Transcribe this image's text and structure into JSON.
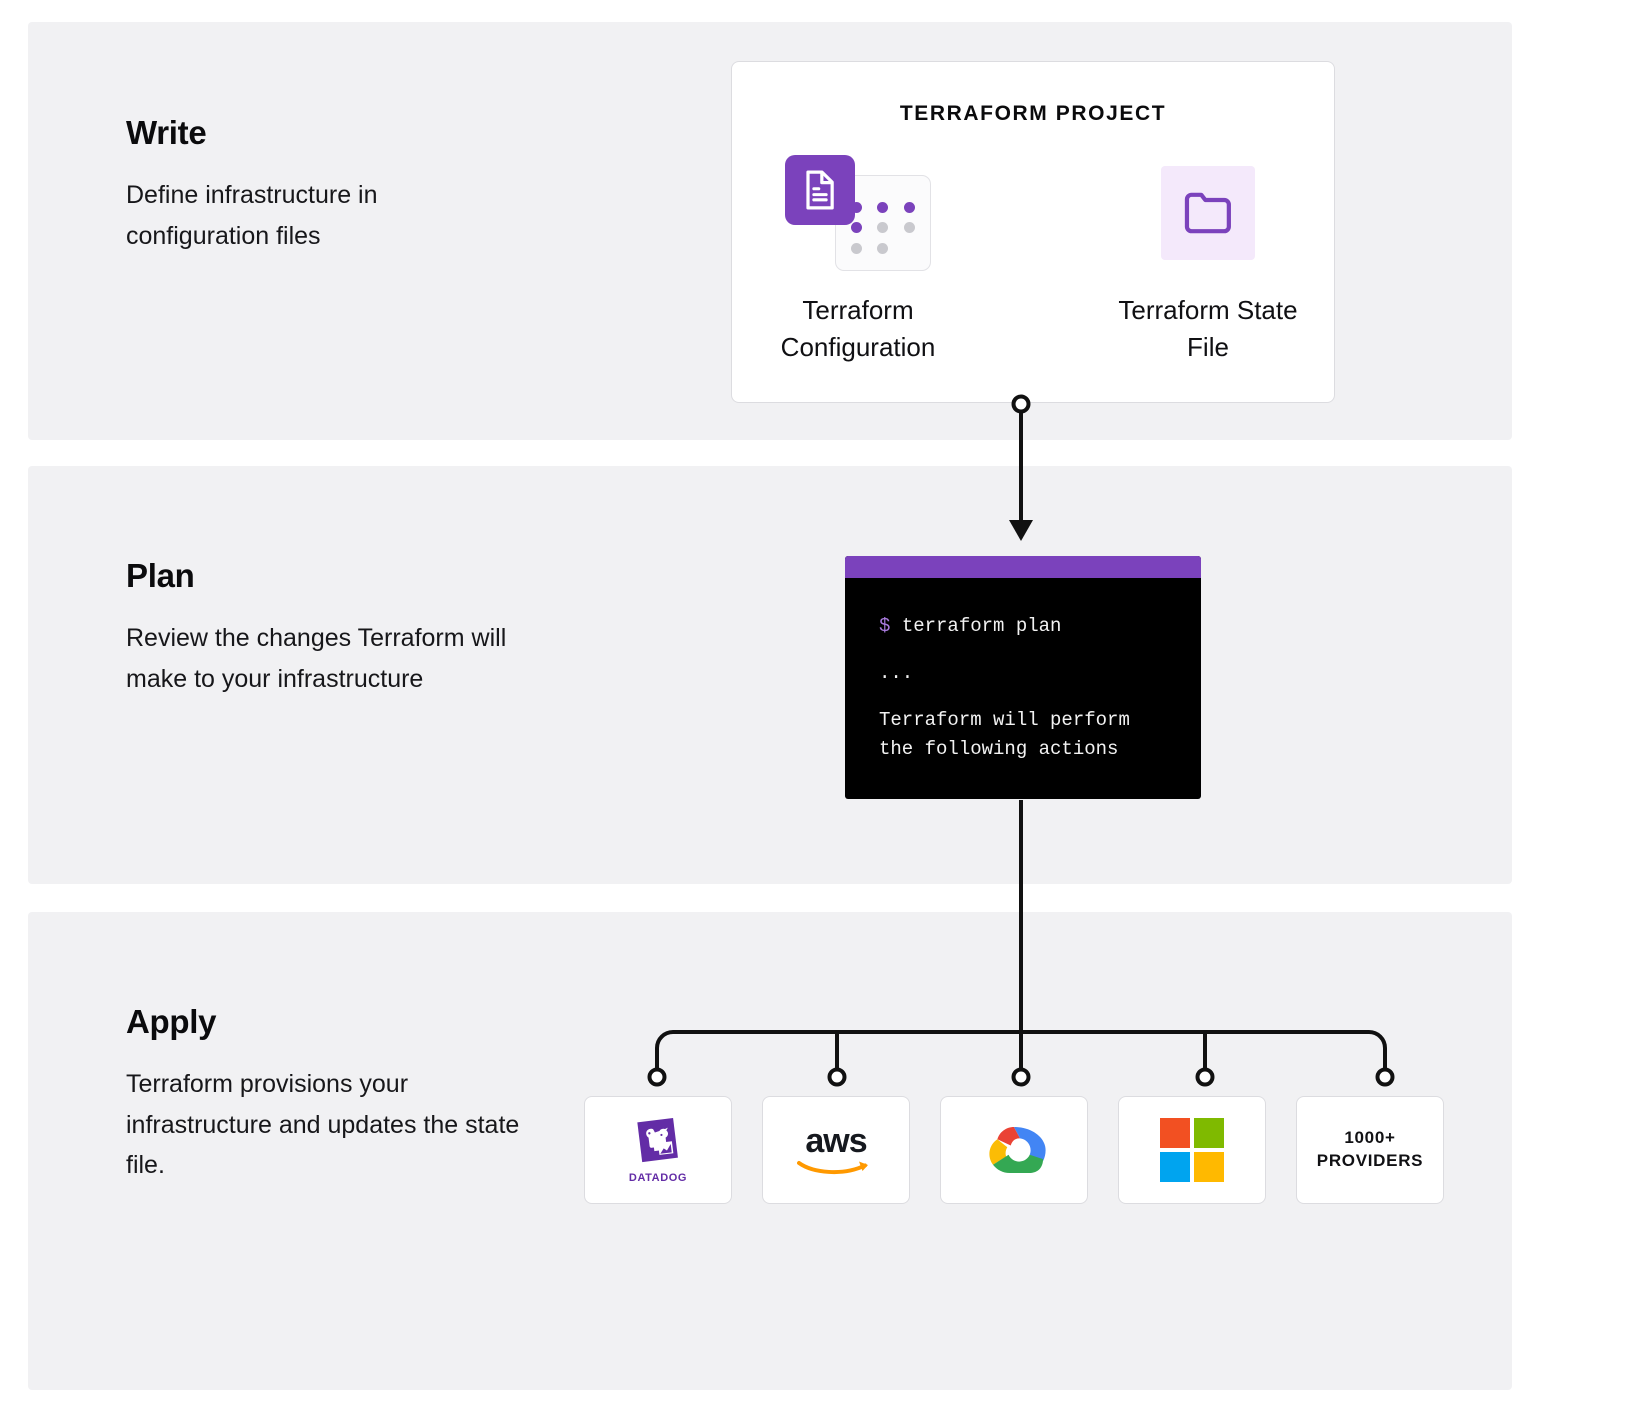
{
  "steps": [
    {
      "title": "Write",
      "desc": "Define infrastructure in configuration files"
    },
    {
      "title": "Plan",
      "desc": "Review the changes Terraform will make to your infrastructure"
    },
    {
      "title": "Apply",
      "desc": "Terraform provisions your infrastructure and updates the state file."
    }
  ],
  "project_card": {
    "title": "TERRAFORM PROJECT",
    "items": [
      {
        "label": "Terraform Configuration",
        "icon": "document-grid-icon"
      },
      {
        "label": "Terraform State File",
        "icon": "folder-icon"
      }
    ]
  },
  "terminal": {
    "prompt": "$",
    "command": "terraform plan",
    "ellipsis": "...",
    "output_line1": "Terraform will perform",
    "output_line2": "the following actions"
  },
  "providers": [
    {
      "name": "Datadog",
      "wordmark": "DATADOG",
      "icon": "datadog-logo"
    },
    {
      "name": "AWS",
      "wordmark": "aws",
      "icon": "aws-logo"
    },
    {
      "name": "Google Cloud",
      "wordmark": "",
      "icon": "google-cloud-logo"
    },
    {
      "name": "Microsoft Azure",
      "wordmark": "",
      "icon": "microsoft-logo"
    },
    {
      "name": "More providers",
      "line1": "1000+",
      "line2": "PROVIDERS",
      "icon": "text-badge"
    }
  ],
  "colors": {
    "terraform_purple": "#7b42bc",
    "band_gray": "#f1f1f3",
    "terminal_black": "#000000",
    "state_file_bg": "#f4e9fb",
    "aws_orange": "#ff9900",
    "datadog_purple": "#632ca6",
    "ms_red": "#f25022",
    "ms_green": "#7fba00",
    "ms_blue": "#00a4ef",
    "ms_yellow": "#ffb900",
    "gcp_red": "#ea4335",
    "gcp_blue": "#4285f4",
    "gcp_yellow": "#fbbc05",
    "gcp_green": "#34a853",
    "connector": "#111111"
  }
}
